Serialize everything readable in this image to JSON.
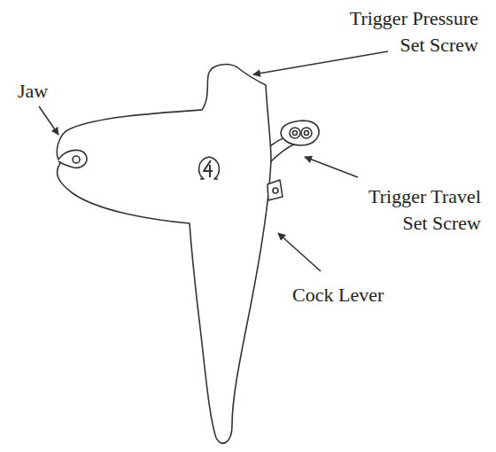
{
  "diagram": {
    "labels": [
      "Jaw",
      "Trigger Pressure Set Screw",
      "Trigger Travel Set Screw",
      "Cock Lever"
    ]
  }
}
